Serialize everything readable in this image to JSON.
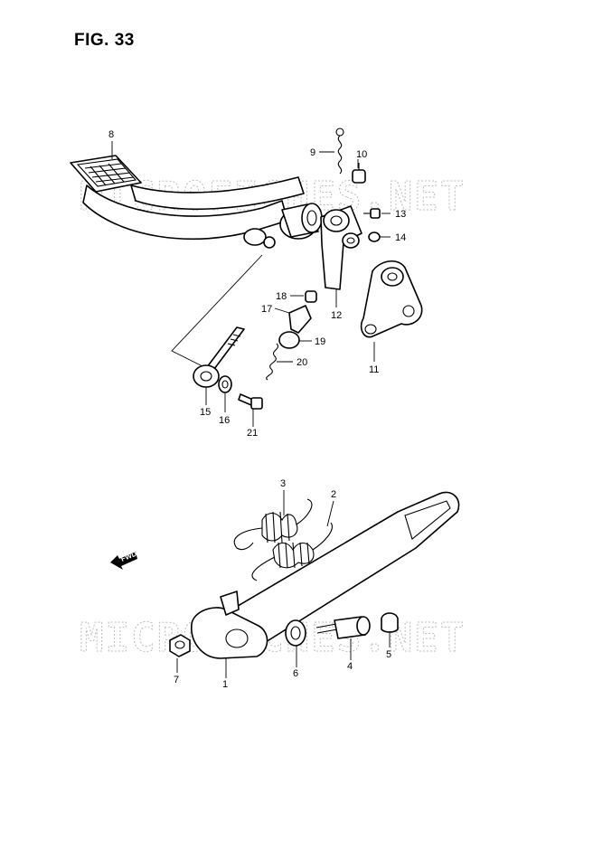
{
  "figure": {
    "title": "FIG. 33",
    "watermark": "MICROFICHES.NET",
    "direction_marker": "FWD"
  },
  "callouts": [
    {
      "id": "c1",
      "label": "1"
    },
    {
      "id": "c2",
      "label": "2"
    },
    {
      "id": "c3",
      "label": "3"
    },
    {
      "id": "c4",
      "label": "4"
    },
    {
      "id": "c5",
      "label": "5"
    },
    {
      "id": "c6",
      "label": "6"
    },
    {
      "id": "c7",
      "label": "7"
    },
    {
      "id": "c8",
      "label": "8"
    },
    {
      "id": "c9",
      "label": "9"
    },
    {
      "id": "c10",
      "label": "10"
    },
    {
      "id": "c11",
      "label": "11"
    },
    {
      "id": "c12",
      "label": "12"
    },
    {
      "id": "c13",
      "label": "13"
    },
    {
      "id": "c14",
      "label": "14"
    },
    {
      "id": "c15",
      "label": "15"
    },
    {
      "id": "c16",
      "label": "16"
    },
    {
      "id": "c17",
      "label": "17"
    },
    {
      "id": "c18",
      "label": "18"
    },
    {
      "id": "c19",
      "label": "19"
    },
    {
      "id": "c20",
      "label": "20"
    },
    {
      "id": "c21",
      "label": "21"
    }
  ]
}
